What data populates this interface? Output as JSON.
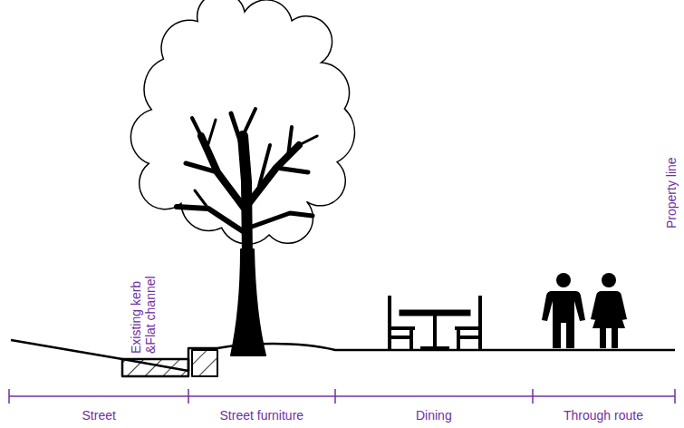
{
  "diagram": {
    "labels": [
      "Existing kerb &Flat channel",
      "Property line",
      "Street",
      "Street furniture",
      "Dining",
      "Through route"
    ]
  }
}
